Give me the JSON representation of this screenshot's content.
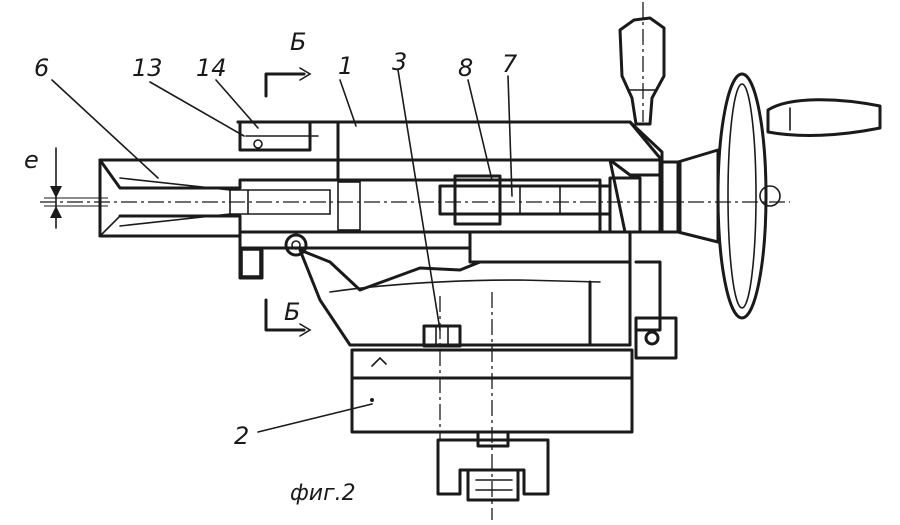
{
  "labels": {
    "part_6": "6",
    "part_13": "13",
    "part_14": "14",
    "part_1": "1",
    "part_3": "3",
    "part_8": "8",
    "part_7": "7",
    "part_2": "2",
    "dim_e": "e",
    "section_top": "Б",
    "section_bottom": "Б"
  },
  "caption": "фиг.2",
  "colors": {
    "ink": "#1a1a1a",
    "paper": "#ffffff"
  }
}
